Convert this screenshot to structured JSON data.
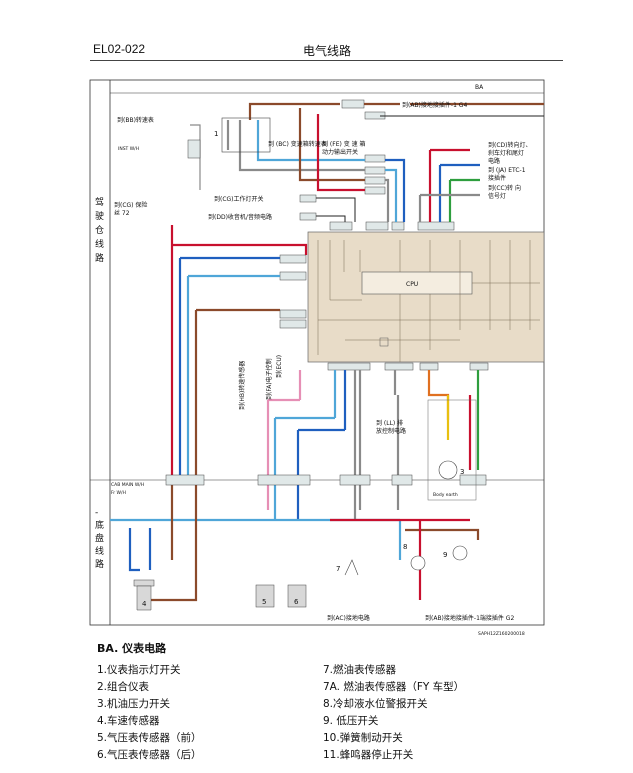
{
  "header": {
    "code": "EL02-022",
    "title": "电气线路"
  },
  "sections": {
    "ba_top": "BA",
    "ba_right": "BA",
    "cab": "驾驶仓线路",
    "chassis": "底盘线路"
  },
  "connectors": {
    "cab_main": "CAB MAIN W/H",
    "fr_wh": "Fr W/H",
    "inst": "INST W/H",
    "cpu": "CPU",
    "ref": "SAPH12Z160200018"
  },
  "labels": {
    "to_bb": "到(BB)转速表",
    "to_ab_g4": "到(AB)接地接插件-1 G4",
    "to_bc": "到 (BC) 变速箱转速表",
    "to_fe": "到 (FE) 变 速 箱动力输出开关",
    "to_cd": "到(CD)转向灯、刹车灯和尾灯电路",
    "to_ja": "到 (JA) ETC-1接插件",
    "to_cc": "到(CC)转向信号灯",
    "to_cg_fuse": "到(CG) 保险丝 72",
    "to_cg_work": "到(CG)工作灯开关",
    "to_dd": "到(DD)收音机/音频电路",
    "to_hb": "到(HB)转速传感器",
    "to_fa": "到(FA)电子控制",
    "to_ecu": "到(ECU)",
    "to_ll": "到(LL)排放控制电路",
    "body_earth": "Body earth",
    "to_ac": "到(AC)接地电路",
    "to_ab_g2": "到(AB)接地接插件-1端接插件 G2"
  },
  "legend": {
    "heading": "BA. 仪表电路",
    "left": [
      "1.仪表指示灯开关",
      "2.组合仪表",
      "3.机油压力开关",
      "4.车速传感器",
      "5.气压表传感器（前）",
      "6.气压表传感器（后）"
    ],
    "right": [
      "7.燃油表传感器",
      "7A. 燃油表传感器（FY 车型）",
      "8.冷却液水位警报开关",
      "9. 低压开关",
      "10.弹簧制动开关",
      "11.蜂鸣器停止开关"
    ]
  },
  "component_numbers": [
    "1",
    "3",
    "4",
    "5",
    "6",
    "7",
    "8",
    "9"
  ],
  "colors": {
    "red": "#c8102e",
    "blue": "#1f5fbf",
    "skyblue": "#4fa6d8",
    "brown": "#8b4a2b",
    "green": "#2e9e3e",
    "pink": "#e68fb5",
    "gray": "#8a8a8a",
    "yellow": "#e8c010",
    "cluster": "#e8dcc8",
    "orange": "#e07020"
  }
}
